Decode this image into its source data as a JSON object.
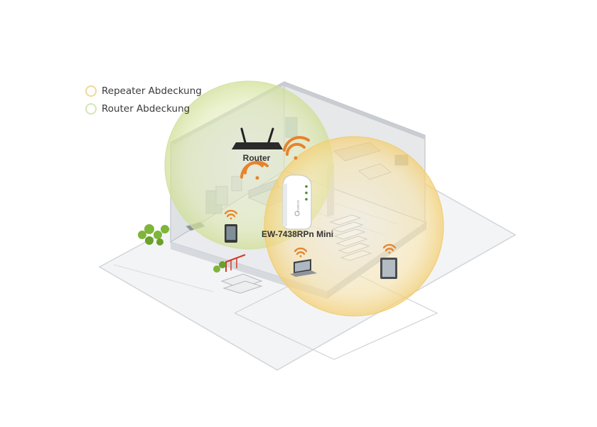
{
  "legend": {
    "items": [
      {
        "label": "Repeater Abdeckung",
        "color": "#f3d79a"
      },
      {
        "label": "Router Abdeckung",
        "color": "#d5e6b6"
      }
    ]
  },
  "labels": {
    "router": "Router",
    "repeater": "EW-7438RPn Mini",
    "repeater_brand": "EDIMAX"
  },
  "colors": {
    "router_coverage": "#d9e8a8",
    "repeater_coverage": "#f7dc8c",
    "wifi_signal": "#e8832a",
    "wall": "#d4d8dc",
    "floor": "#eef0f2"
  },
  "icons": [
    "router-icon",
    "wifi-signal-icon",
    "repeater-icon",
    "smartphone-icon",
    "laptop-icon",
    "tablet-icon",
    "plant-icon"
  ]
}
